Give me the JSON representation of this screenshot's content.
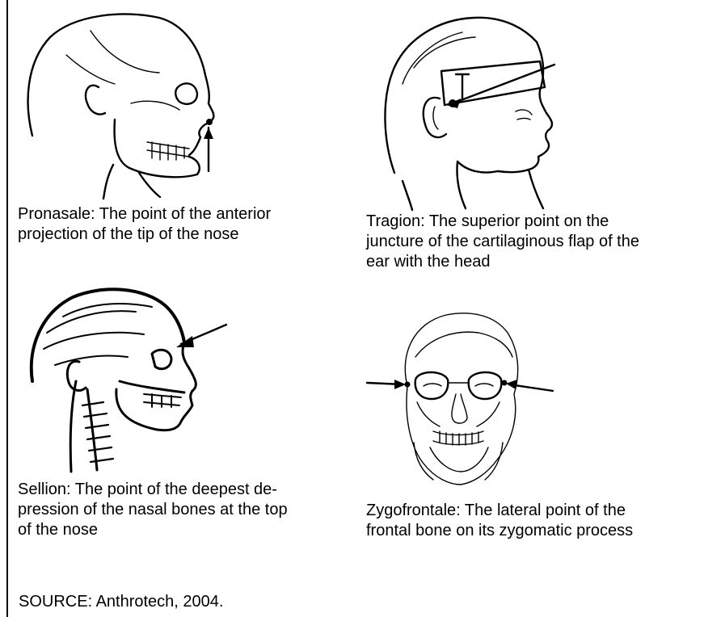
{
  "figures": [
    {
      "name": "Pronasale",
      "caption_line1": "Pronasale: The point of the anterior",
      "caption_line2": "projection of the tip of the nose",
      "caption_line3": ""
    },
    {
      "name": "Tragion",
      "caption_line1": "Tragion: The superior point on the",
      "caption_line2": "juncture of the cartilaginous flap of the",
      "caption_line3": "ear with the head"
    },
    {
      "name": "Sellion",
      "caption_line1": "Sellion: The point of the deepest de-",
      "caption_line2": "pression of the nasal bones at the top",
      "caption_line3": "of the nose"
    },
    {
      "name": "Zygofrontale",
      "caption_line1": "Zygofrontale: The lateral point of the",
      "caption_line2": "frontal bone on its zygomatic process",
      "caption_line3": ""
    }
  ],
  "source": "SOURCE: Anthrotech, 2004."
}
